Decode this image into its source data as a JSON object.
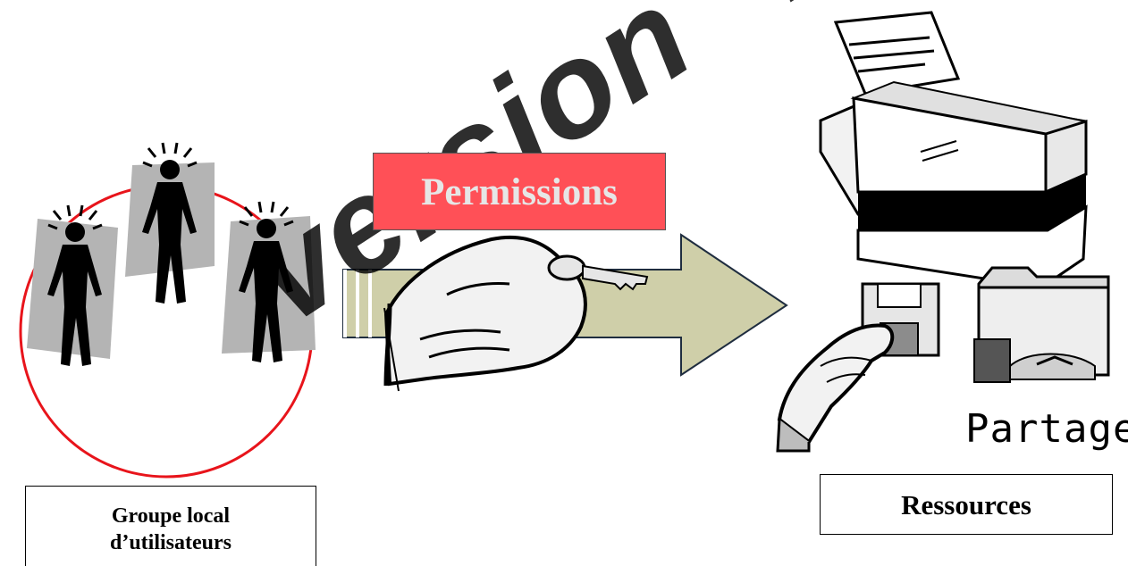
{
  "diagram": {
    "watermark": "version \"Drive",
    "permissions_label": "Permissions",
    "group_label_line1": "Groupe local",
    "group_label_line2": "d’utilisateurs",
    "resources_label": "Ressources",
    "share_label": "Partage"
  },
  "colors": {
    "circle": "#e8141b",
    "permissions_fill": "#ff5057",
    "arrow_fill": "#cfcfa9",
    "figure_panel": "#b4b4b4"
  },
  "icons": [
    "user-figure-icon",
    "hand-key-icon",
    "printer-icon",
    "hand-floppy-icon",
    "shared-folder-icon"
  ]
}
